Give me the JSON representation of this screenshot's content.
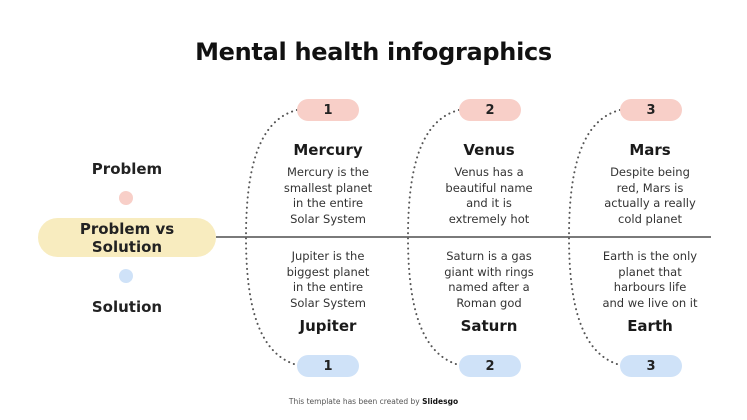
{
  "title": "Mental health infographics",
  "colors": {
    "problem": "#f8cfc8",
    "solution": "#cfe2f8",
    "center": "#f8ecbf",
    "line": "#7a7a7a"
  },
  "side": {
    "problem_label": "Problem",
    "center_label_line1": "Problem vs",
    "center_label_line2": "Solution",
    "solution_label": "Solution"
  },
  "columns": [
    {
      "number": "1",
      "problem": {
        "name": "Mercury",
        "desc": [
          "Mercury is the",
          "smallest planet",
          "in the entire",
          "Solar System"
        ]
      },
      "solution": {
        "name": "Jupiter",
        "desc": [
          "Jupiter is the",
          "biggest planet",
          "in the entire",
          "Solar System"
        ]
      }
    },
    {
      "number": "2",
      "problem": {
        "name": "Venus",
        "desc": [
          "Venus has a",
          "beautiful name",
          "and it is",
          "extremely hot"
        ]
      },
      "solution": {
        "name": "Saturn",
        "desc": [
          "Saturn is a gas",
          "giant with rings",
          "named after a",
          "Roman god"
        ]
      }
    },
    {
      "number": "3",
      "problem": {
        "name": "Mars",
        "desc": [
          "Despite being",
          "red, Mars is",
          "actually a really",
          "cold planet"
        ]
      },
      "solution": {
        "name": "Earth",
        "desc": [
          "Earth is the only",
          "planet that",
          "harbours life",
          "and we live on it"
        ]
      }
    }
  ],
  "footer": {
    "text": "This template has been created by ",
    "brand": "Slidesgo"
  }
}
